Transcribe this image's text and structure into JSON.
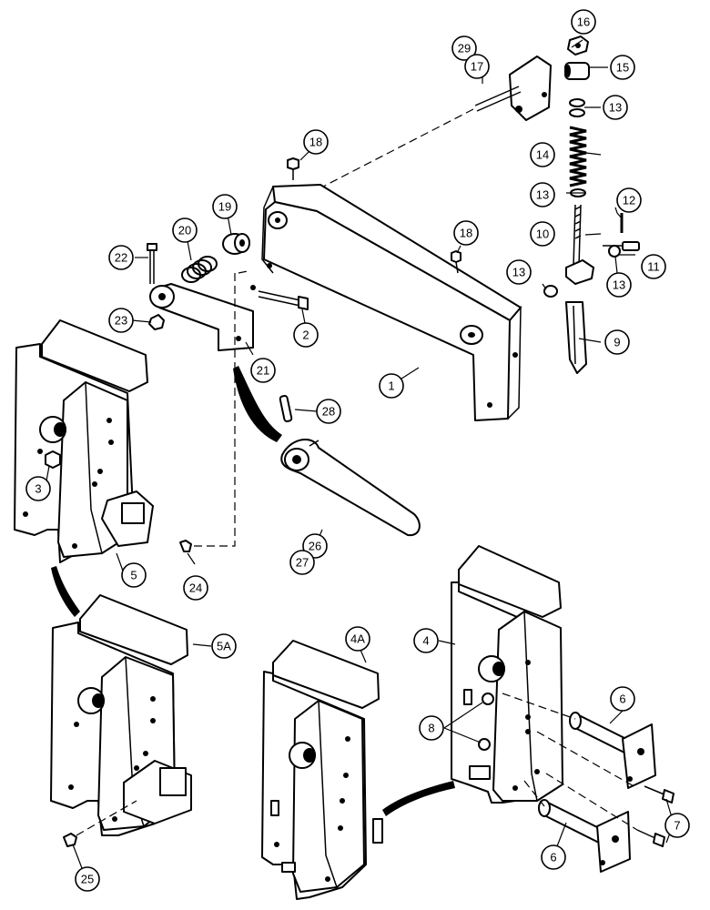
{
  "callouts": {
    "c1": "1",
    "c2": "2",
    "c3": "3",
    "c4": "4",
    "c4a": "4A",
    "c5": "5",
    "c5a": "5A",
    "c6a": "6",
    "c6b": "6",
    "c7": "7",
    "c8": "8",
    "c9": "9",
    "c10": "10",
    "c11": "11",
    "c12": "12",
    "c13a": "13",
    "c13b": "13",
    "c13c": "13",
    "c13d": "13",
    "c14": "14",
    "c15": "15",
    "c16": "16",
    "c17": "17",
    "c18a": "18",
    "c18b": "18",
    "c19": "19",
    "c20": "20",
    "c21": "21",
    "c22": "22",
    "c23": "23",
    "c24": "24",
    "c25": "25",
    "c26": "26",
    "c27": "27",
    "c28": "28",
    "c29": "29"
  }
}
